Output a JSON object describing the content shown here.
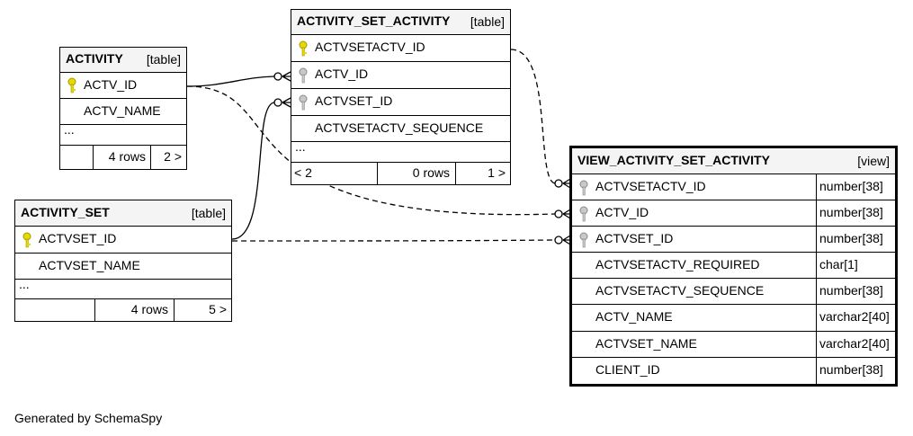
{
  "colors": {
    "primary_key": "#e6d800",
    "foreign_key": "#a9a9a9",
    "header_bg": "#f4f4f4"
  },
  "activity": {
    "title": "ACTIVITY",
    "kind": "[table]",
    "columns": [
      "ACTV_ID",
      "ACTV_NAME"
    ],
    "ellipsis": "...",
    "footer": {
      "rows": "4 rows",
      "next": "2 >"
    }
  },
  "activity_set_activity": {
    "title": "ACTIVITY_SET_ACTIVITY",
    "kind": "[table]",
    "columns": [
      "ACTVSETACTV_ID",
      "ACTV_ID",
      "ACTVSET_ID",
      "ACTVSETACTV_SEQUENCE"
    ],
    "ellipsis": "...",
    "footer": {
      "prev": "< 2",
      "rows": "0 rows",
      "next": "1 >"
    }
  },
  "activity_set": {
    "title": "ACTIVITY_SET",
    "kind": "[table]",
    "columns": [
      "ACTVSET_ID",
      "ACTVSET_NAME"
    ],
    "ellipsis": "...",
    "footer": {
      "rows": "4 rows",
      "next": "5 >"
    }
  },
  "view_activity_set_activity": {
    "title": "VIEW_ACTIVITY_SET_ACTIVITY",
    "kind": "[view]",
    "columns": [
      {
        "name": "ACTVSETACTV_ID",
        "type": "number[38]"
      },
      {
        "name": "ACTV_ID",
        "type": "number[38]"
      },
      {
        "name": "ACTVSET_ID",
        "type": "number[38]"
      },
      {
        "name": "ACTVSETACTV_REQUIRED",
        "type": "char[1]"
      },
      {
        "name": "ACTVSETACTV_SEQUENCE",
        "type": "number[38]"
      },
      {
        "name": "ACTV_NAME",
        "type": "varchar2[40]"
      },
      {
        "name": "ACTVSET_NAME",
        "type": "varchar2[40]"
      },
      {
        "name": "CLIENT_ID",
        "type": "number[38]"
      }
    ]
  },
  "footer_text": "Generated by SchemaSpy"
}
